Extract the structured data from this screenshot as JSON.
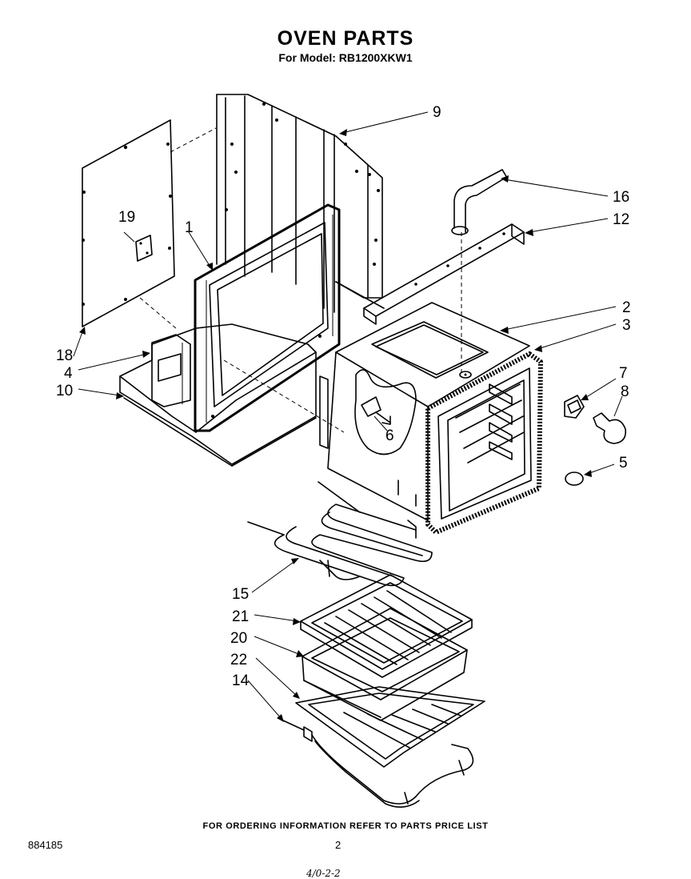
{
  "header": {
    "title": "OVEN PARTS",
    "subtitle": "For Model: RB1200XKW1"
  },
  "callouts": [
    {
      "id": "c1",
      "label": "1"
    },
    {
      "id": "c2",
      "label": "2"
    },
    {
      "id": "c3",
      "label": "3"
    },
    {
      "id": "c4",
      "label": "4"
    },
    {
      "id": "c5",
      "label": "5"
    },
    {
      "id": "c6",
      "label": "6"
    },
    {
      "id": "c7",
      "label": "7"
    },
    {
      "id": "c8",
      "label": "8"
    },
    {
      "id": "c9",
      "label": "9"
    },
    {
      "id": "c10",
      "label": "10"
    },
    {
      "id": "c12",
      "label": "12"
    },
    {
      "id": "c14",
      "label": "14"
    },
    {
      "id": "c15",
      "label": "15"
    },
    {
      "id": "c16",
      "label": "16"
    },
    {
      "id": "c18",
      "label": "18"
    },
    {
      "id": "c19",
      "label": "19"
    },
    {
      "id": "c20",
      "label": "20"
    },
    {
      "id": "c21",
      "label": "21"
    },
    {
      "id": "c22",
      "label": "22"
    }
  ],
  "footer": {
    "note": "FOR ORDERING INFORMATION REFER TO PARTS PRICE LIST",
    "doc_number": "884185",
    "page_number": "2",
    "handwritten": "4/0-2-2"
  }
}
